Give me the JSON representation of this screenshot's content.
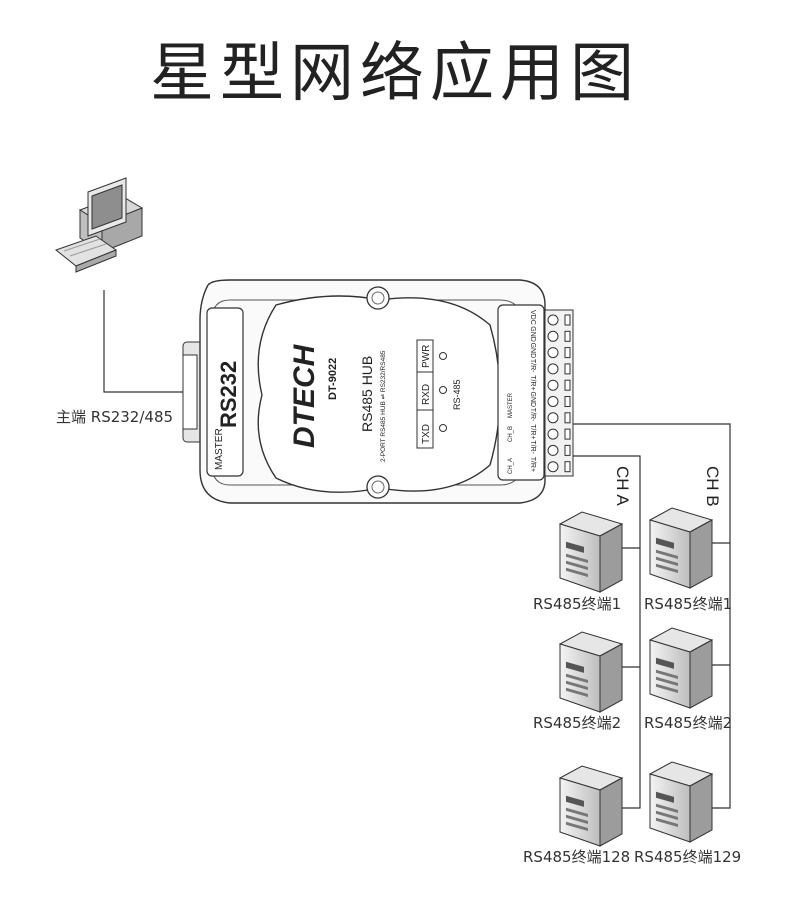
{
  "title": "星型网络应用图",
  "master_label": "主端 RS232/485",
  "device": {
    "brand": "DTECH",
    "model": "DT-9022",
    "name": "RS485 HUB",
    "subtitle": "2-PORT RS485 HUB ⇌ RS232/RS485",
    "port_left": "RS232",
    "port_left_sub": "MASTER",
    "leds": [
      "PWR",
      "RXD",
      "TXD"
    ],
    "rs485_label": "RS-485",
    "terminals": [
      "VDC",
      "GND",
      "GND",
      "T/R-",
      "T/R+",
      "GND",
      "T/R-",
      "T/R+",
      "T/R-",
      "T/R+"
    ],
    "group_labels": [
      "MASTER",
      "CH_B",
      "CH_A"
    ]
  },
  "channels": {
    "a": "CH A",
    "b": "CH B"
  },
  "terminals_a": [
    "RS485终端1",
    "RS485终端2",
    "RS485终端128"
  ],
  "terminals_b": [
    "RS485终端1",
    "RS485终端2",
    "RS485终端129"
  ]
}
